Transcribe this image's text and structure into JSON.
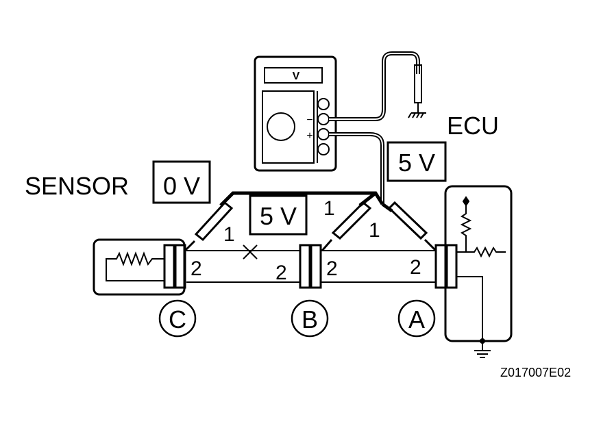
{
  "labels": {
    "ecu": "ECU",
    "sensor": "SENSOR",
    "sensor_voltage": "0 V",
    "ecu_voltage": "5 V",
    "mid_voltage": "5 V",
    "meter_unit": "V",
    "meter_minus": "−",
    "meter_plus": "+",
    "figure_code": "Z017007E02"
  },
  "connectors": {
    "c": "C",
    "b": "B",
    "a": "A"
  },
  "pins": {
    "c_pin1": "1",
    "c_pin2": "2",
    "b_pin1": "1",
    "b_left_pin2": "2",
    "b_right_pin2": "2",
    "a_pin1": "1",
    "a_pin2": "2"
  },
  "colors": {
    "line": "#000000",
    "background": "#ffffff"
  }
}
